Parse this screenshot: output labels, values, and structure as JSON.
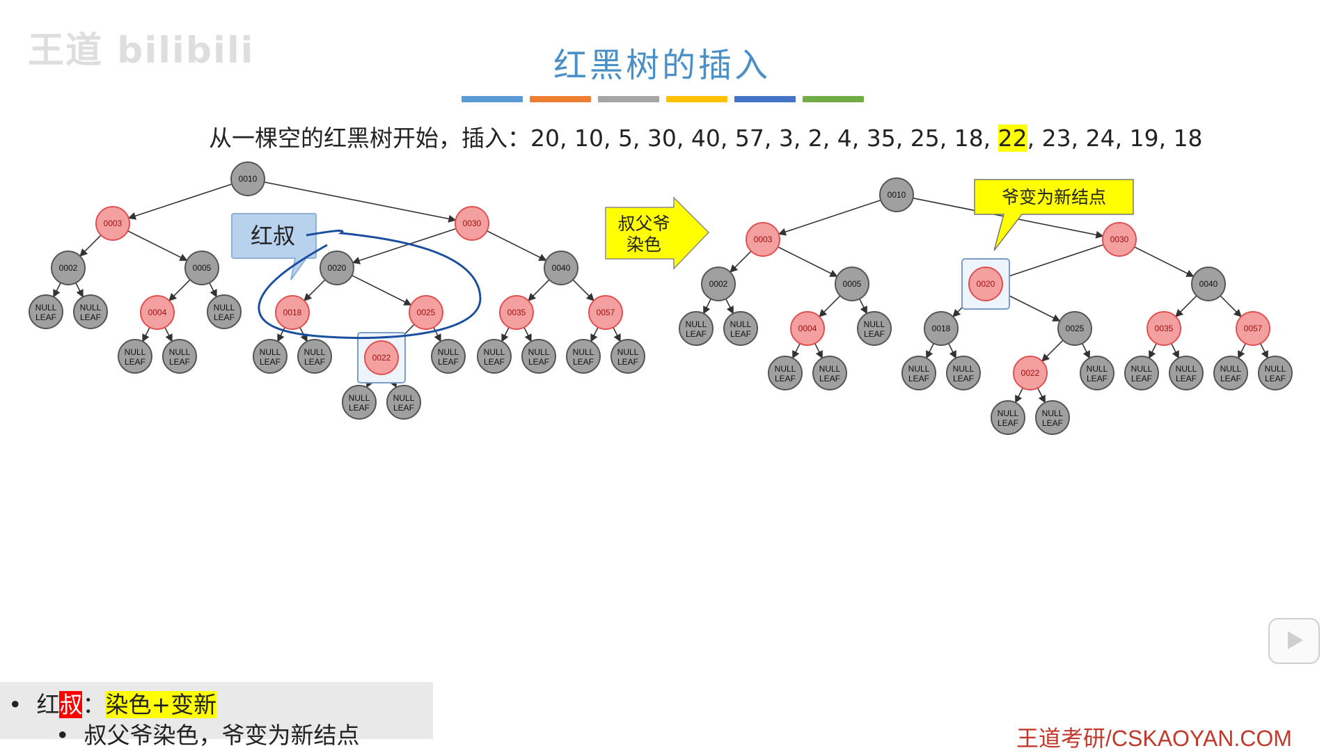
{
  "watermark": "王道 bilibili",
  "title": "红黑树的插入",
  "color_bar": [
    "#5b9bd5",
    "#ed7d31",
    "#a5a5a5",
    "#ffc000",
    "#4472c4",
    "#70ad47"
  ],
  "sequence": {
    "prefix": "从一棵空的红黑树开始，插入：20, 10, 5, 30, 40, 57, 3, 2, 4, 35, 25, 18, ",
    "highlight": "22",
    "suffix": ", 23, 24, 19, 18"
  },
  "callouts": {
    "red_uncle": "红叔",
    "arrow_line1": "叔父爷",
    "arrow_line2": "染色",
    "grand_new": "爷变为新结点"
  },
  "colors": {
    "red_node": "#f4a0a0",
    "red_stroke": "#e05050",
    "black_node": "#a0a0a0",
    "black_stroke": "#555555",
    "callout_blue": "#b8d2ee",
    "callout_yellow": "#ffff00",
    "hand_drawn": "#1a4fa0"
  },
  "null_label_top": "NULL",
  "null_label_bottom": "LEAF",
  "tree_left": {
    "nodes": [
      {
        "key": "0010",
        "color": "black"
      },
      {
        "key": "0003",
        "color": "red"
      },
      {
        "key": "0030",
        "color": "red"
      },
      {
        "key": "0002",
        "color": "black"
      },
      {
        "key": "0005",
        "color": "black"
      },
      {
        "key": "0020",
        "color": "black"
      },
      {
        "key": "0040",
        "color": "black"
      },
      {
        "key": "0004",
        "color": "red"
      },
      {
        "key": "0018",
        "color": "red"
      },
      {
        "key": "0025",
        "color": "red"
      },
      {
        "key": "0035",
        "color": "red"
      },
      {
        "key": "0057",
        "color": "red"
      },
      {
        "key": "0022",
        "color": "red"
      }
    ]
  },
  "tree_right": {
    "nodes": [
      {
        "key": "0010",
        "color": "black"
      },
      {
        "key": "0003",
        "color": "red"
      },
      {
        "key": "0030",
        "color": "red"
      },
      {
        "key": "0002",
        "color": "black"
      },
      {
        "key": "0005",
        "color": "black"
      },
      {
        "key": "0020",
        "color": "red"
      },
      {
        "key": "0040",
        "color": "black"
      },
      {
        "key": "0004",
        "color": "red"
      },
      {
        "key": "0018",
        "color": "black"
      },
      {
        "key": "0025",
        "color": "black"
      },
      {
        "key": "0035",
        "color": "red"
      },
      {
        "key": "0057",
        "color": "red"
      },
      {
        "key": "0022",
        "color": "red"
      }
    ]
  },
  "bottom": {
    "b1_prefix": "红",
    "b1_red": "叔",
    "b1_colon": "：",
    "b1_yellow": "染色+变新",
    "b2": "叔父爷染色，爷变为新结点"
  },
  "footer": "王道考研/CSKAOYAN.COM"
}
